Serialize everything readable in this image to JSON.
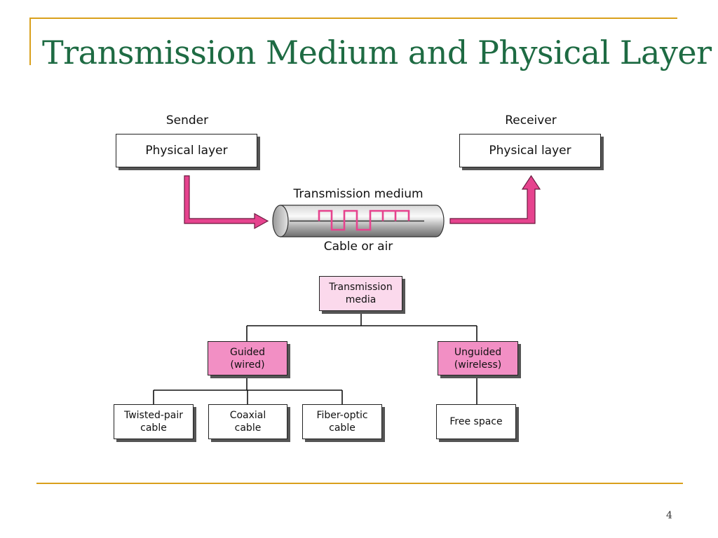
{
  "slide": {
    "title": "Transmission Medium and Physical Layer",
    "page_number": "4"
  },
  "top_diagram": {
    "sender": {
      "caption": "Sender",
      "box_label": "Physical layer"
    },
    "receiver": {
      "caption": "Receiver",
      "box_label": "Physical layer"
    },
    "medium_label": "Transmission medium",
    "medium_sublabel": "Cable or air"
  },
  "tree": {
    "root": {
      "line1": "Transmission",
      "line2": "media"
    },
    "guided": {
      "line1": "Guided",
      "line2": "(wired)"
    },
    "unguided": {
      "line1": "Unguided",
      "line2": "(wireless)"
    },
    "leaves": [
      {
        "line1": "Twisted-pair",
        "line2": "cable"
      },
      {
        "line1": "Coaxial",
        "line2": "cable"
      },
      {
        "line1": "Fiber-optic",
        "line2": "cable"
      }
    ],
    "free_space": {
      "line1": "Free space"
    }
  },
  "colors": {
    "title_green": "#1e6b43",
    "accent_gold": "#d9a01c",
    "arrow_magenta": "#e6438e",
    "node_pink": "#f28fc4",
    "node_pink_light": "#fbd9ec"
  }
}
